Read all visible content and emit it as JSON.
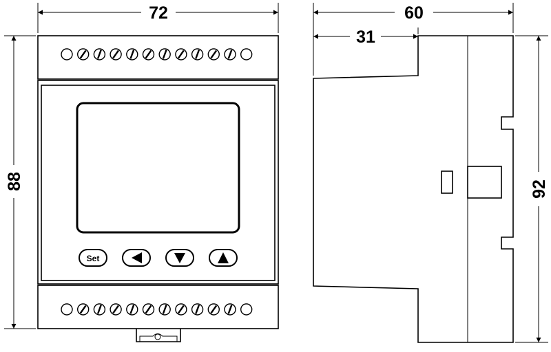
{
  "dimensions": {
    "front_width": "72",
    "front_height": "88",
    "side_depth": "60",
    "side_front_depth": "31",
    "side_height": "92"
  },
  "buttons": {
    "set_label": "Set",
    "left_icon": "left-arrow-icon",
    "down_icon": "down-arrow-icon",
    "up_icon": "up-arrow-icon"
  },
  "terminals": {
    "top_count": 12,
    "bottom_count": 12
  }
}
